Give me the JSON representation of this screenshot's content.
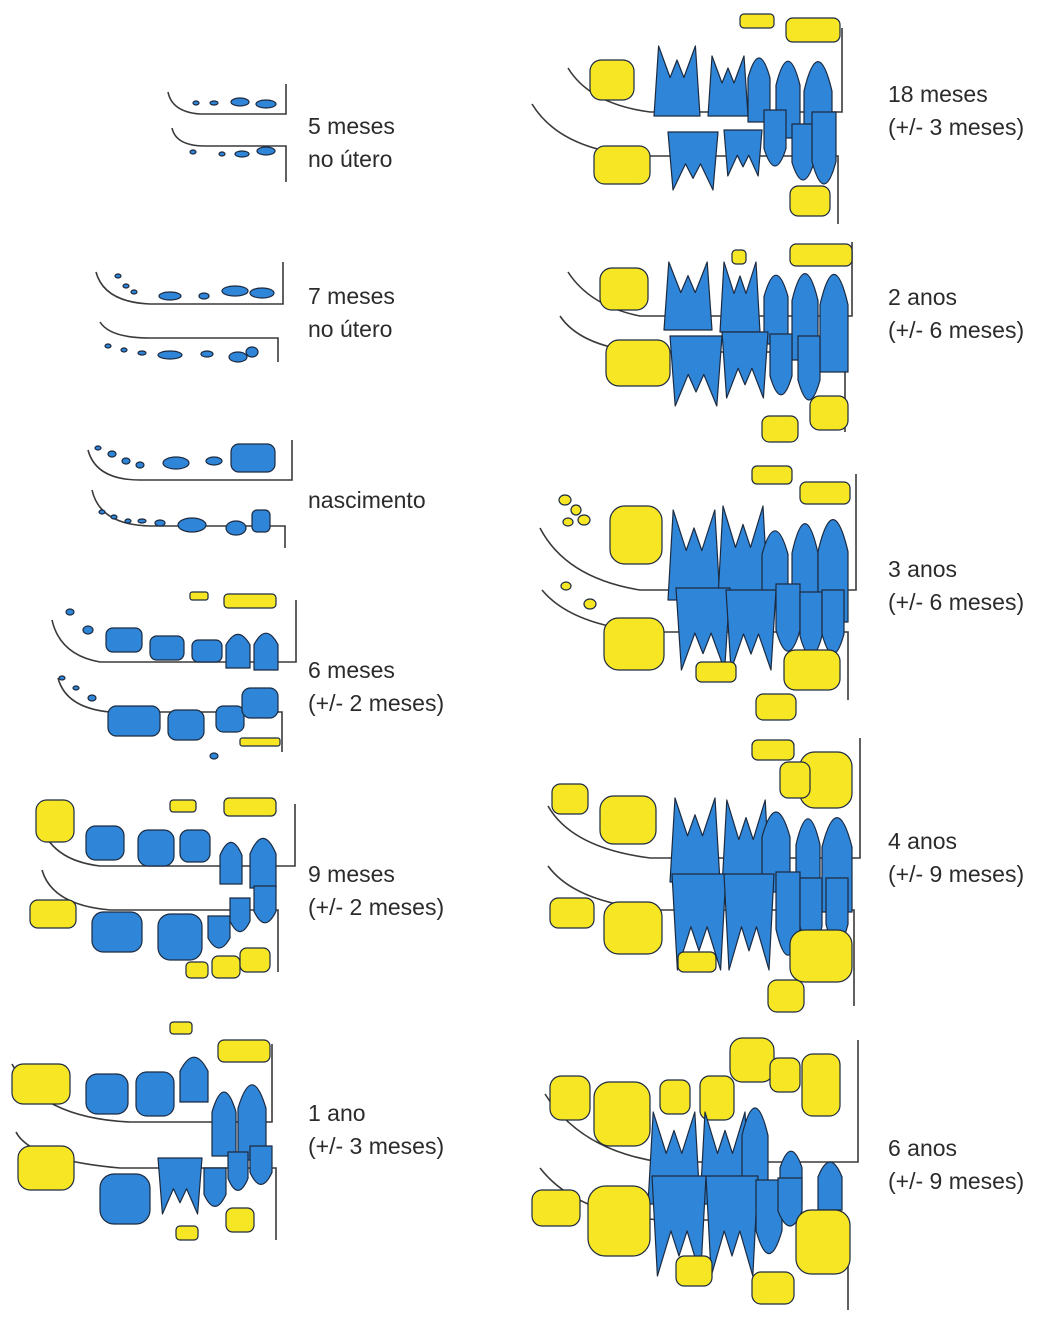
{
  "colors": {
    "primary_tooth": "#2f86d8",
    "permanent_tooth": "#f7e624",
    "outline": "#1c2a40",
    "jaw_line": "#3a3a3a",
    "text": "#2b2b2b"
  },
  "stages": [
    {
      "id": "5m-utero",
      "line1": "5 meses",
      "line2": "no útero",
      "icons": [
        "tooth-bud-icon"
      ]
    },
    {
      "id": "7m-utero",
      "line1": "7 meses",
      "line2": "no útero",
      "icons": [
        "tooth-bud-icon"
      ]
    },
    {
      "id": "nascimento",
      "line1": "nascimento",
      "line2": "",
      "icons": [
        "primary-tooth-icon"
      ]
    },
    {
      "id": "6m",
      "line1": "6 meses",
      "line2": "(+/- 2 meses)",
      "icons": [
        "primary-tooth-icon",
        "permanent-tooth-icon"
      ]
    },
    {
      "id": "9m",
      "line1": "9 meses",
      "line2": "(+/- 2 meses)",
      "icons": [
        "primary-tooth-icon",
        "permanent-tooth-icon"
      ]
    },
    {
      "id": "1a",
      "line1": "1 ano",
      "line2": "(+/- 3 meses)",
      "icons": [
        "primary-tooth-icon",
        "permanent-tooth-icon"
      ]
    },
    {
      "id": "18m",
      "line1": "18 meses",
      "line2": "(+/- 3 meses)",
      "icons": [
        "primary-tooth-icon",
        "permanent-tooth-icon"
      ]
    },
    {
      "id": "2a",
      "line1": "2 anos",
      "line2": "(+/- 6 meses)",
      "icons": [
        "primary-tooth-icon",
        "permanent-tooth-icon"
      ]
    },
    {
      "id": "3a",
      "line1": "3 anos",
      "line2": "(+/- 6 meses)",
      "icons": [
        "primary-tooth-icon",
        "permanent-tooth-icon"
      ]
    },
    {
      "id": "4a",
      "line1": "4 anos",
      "line2": "(+/- 9 meses)",
      "icons": [
        "primary-tooth-icon",
        "permanent-tooth-icon"
      ]
    },
    {
      "id": "6a",
      "line1": "6 anos",
      "line2": "(+/- 9 meses)",
      "icons": [
        "primary-tooth-icon",
        "permanent-tooth-icon"
      ]
    }
  ]
}
